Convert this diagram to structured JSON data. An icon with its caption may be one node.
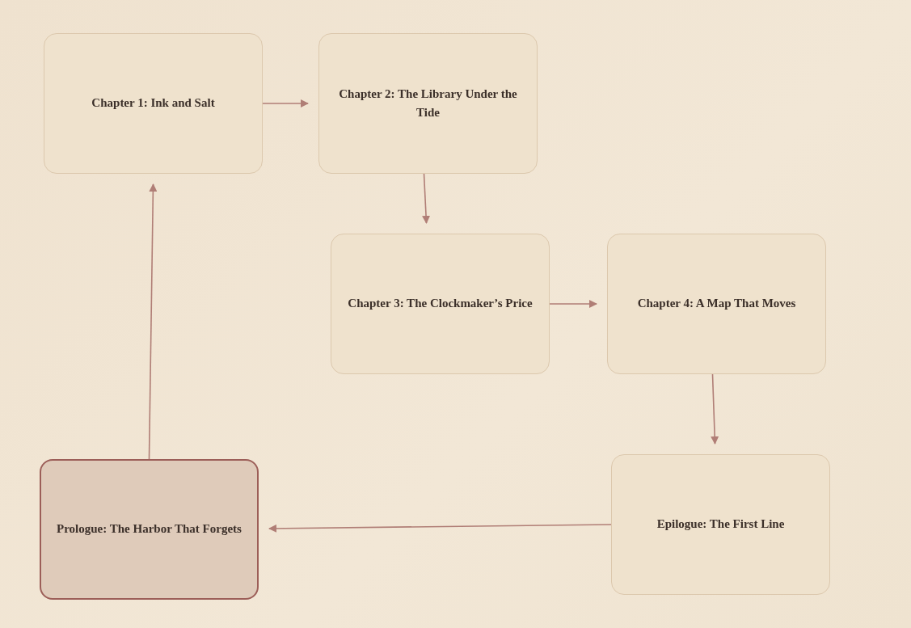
{
  "diagram": {
    "nodes": [
      {
        "text": [
          "Chapter 1: Ink and Salt"
        ]
      },
      {
        "text": [
          "Chapter 2: The Library Under the Tide"
        ]
      },
      {
        "text": [
          "Chapter 3: The Clockmaker’s Price"
        ]
      },
      {
        "text": [
          "Chapter 4: A Map That Moves"
        ]
      },
      {
        "text": [
          "Prologue: The Harbor That Forgets"
        ]
      },
      {
        "text": [
          "Epilogue: The First Line"
        ]
      }
    ],
    "edges": [
      {
        "from": 0,
        "to": 1,
        "arrow": "to"
      },
      {
        "from": 1,
        "to": 2,
        "arrow": "to"
      },
      {
        "from": 2,
        "to": 3,
        "arrow": "to"
      },
      {
        "from": 3,
        "to": 5,
        "arrow": "to"
      },
      {
        "from": 5,
        "to": 4,
        "arrow": "to"
      },
      {
        "from": 4,
        "to": 0,
        "arrow": "to"
      }
    ]
  }
}
